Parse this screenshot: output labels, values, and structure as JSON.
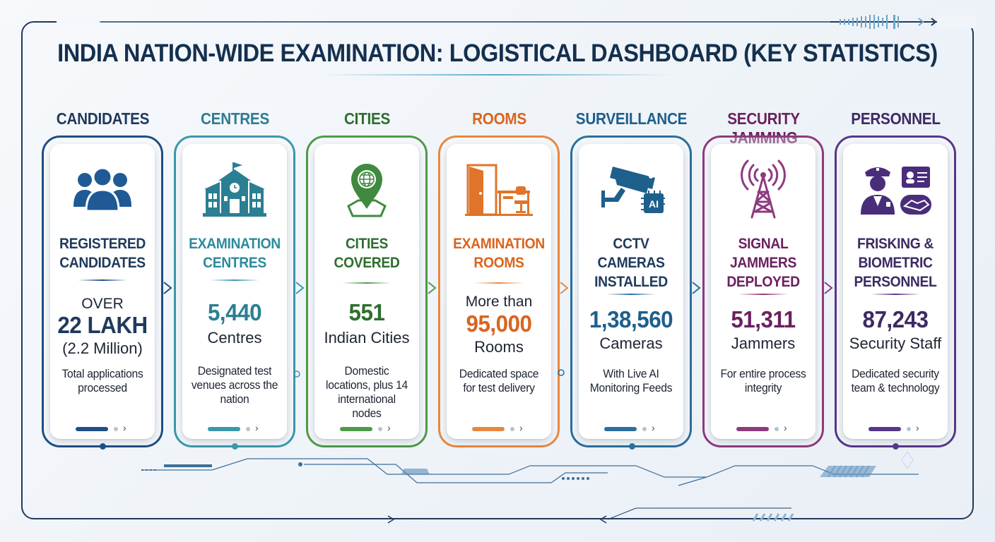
{
  "title": "INDIA NATION-WIDE EXAMINATION: LOGISTICAL DASHBOARD (KEY STATISTICS)",
  "colors": {
    "navy": "#1f4e86",
    "teal": "#2e8a9e",
    "green": "#3f8a3e",
    "orange": "#e0742a",
    "blue": "#1e5f8c",
    "purple": "#7a2a6b",
    "violet": "#4a2d7a",
    "frame": "#1f3a5c"
  },
  "cards": [
    {
      "category": "CANDIDATES",
      "icon": "users-group-icon",
      "headline": "REGISTERED\nCANDIDATES",
      "prefix": "OVER",
      "value": "22 LAKH",
      "unit": "(2.2 Million)",
      "description": "Total applications processed"
    },
    {
      "category": "CENTRES",
      "icon": "school-building-icon",
      "headline": "EXAMINATION\nCENTRES",
      "prefix": "",
      "value": "5,440",
      "unit": "Centres",
      "description": "Designated test venues across the nation"
    },
    {
      "category": "CITIES",
      "icon": "map-pin-globe-icon",
      "headline": "CITIES\nCOVERED",
      "prefix": "",
      "value": "551",
      "unit": "Indian Cities",
      "description": "Domestic locations, plus 14 international nodes"
    },
    {
      "category": "ROOMS",
      "icon": "door-desk-icon",
      "headline": "EXAMINATION\nROOMS",
      "prefix": "More than",
      "value": "95,000",
      "unit": "Rooms",
      "description": "Dedicated space for test delivery"
    },
    {
      "category": "SURVEILLANCE",
      "icon": "cctv-ai-icon",
      "headline": "CCTV\nCAMERAS\nINSTALLED",
      "prefix": "",
      "value": "1,38,560",
      "unit": "Cameras",
      "description": "With Live AI Monitoring Feeds"
    },
    {
      "category": "SECURITY JAMMING",
      "icon": "signal-tower-icon",
      "headline": "SIGNAL\nJAMMERS\nDEPLOYED",
      "prefix": "",
      "value": "51,311",
      "unit": "Jammers",
      "description": "For entire process integrity"
    },
    {
      "category": "PERSONNEL",
      "icon": "security-officer-badge-icon",
      "headline": "FRISKING &\nBIOMETRIC\nPERSONNEL",
      "prefix": "",
      "value": "87,243",
      "unit": "Security Staff",
      "description": "Dedicated security team & technology"
    }
  ]
}
